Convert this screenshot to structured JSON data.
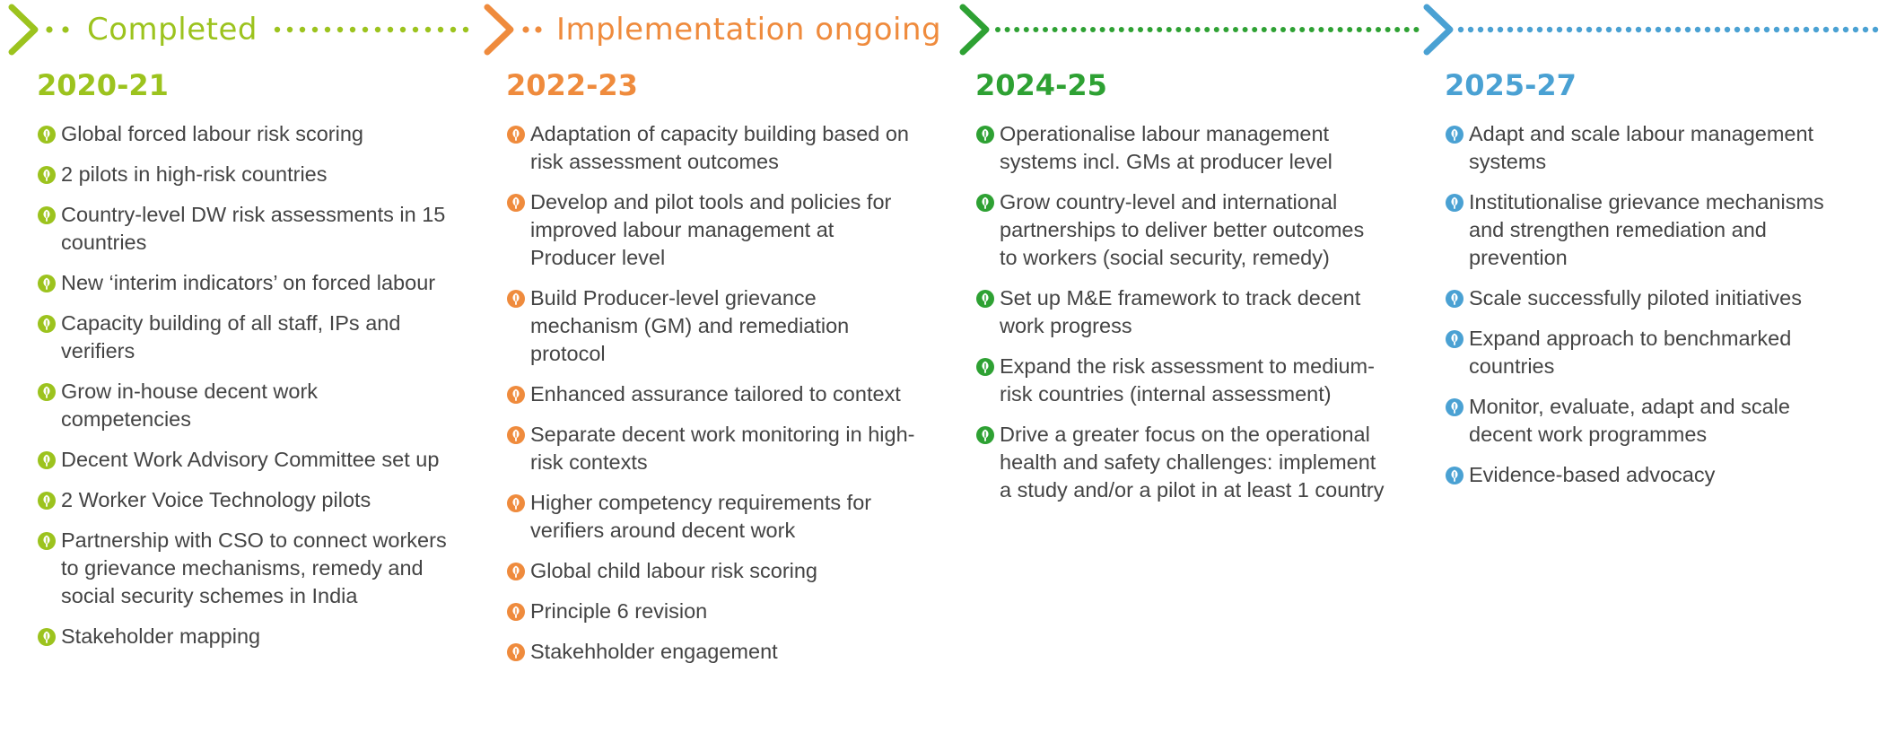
{
  "phases": [
    {
      "label": "Completed",
      "color": "#9cc31e"
    },
    {
      "label": "Implementation ongoing",
      "color": "#ef8b3d"
    },
    {
      "label": "",
      "color": "#2ea133"
    },
    {
      "label": "",
      "color": "#4aa1d3"
    }
  ],
  "columns": [
    {
      "year": "2020-21",
      "color": "#9cc31e",
      "icon": "leaf-bullet-icon",
      "items": [
        "Global forced labour risk scoring",
        "2 pilots in high-risk countries",
        "Country-level DW risk assessments in 15 countries",
        "New ‘interim indicators’ on forced labour",
        "Capacity building of all staff, IPs and verifiers",
        "Grow in-house decent work competencies",
        "Decent Work Advisory Committee set up",
        "2 Worker Voice Technology pilots",
        "Partnership with CSO to connect workers to grievance mechanisms, remedy and social security schemes in India",
        "Stakeholder mapping"
      ]
    },
    {
      "year": "2022-23",
      "color": "#ef8b3d",
      "icon": "leaf-bullet-icon",
      "items": [
        "Adaptation of capacity building based on risk assessment outcomes",
        "Develop and pilot tools and policies for improved labour management at Producer level",
        "Build Producer-level grievance mechanism (GM) and remediation protocol",
        "Enhanced assurance tailored to context",
        "Separate decent work monitoring in high-risk contexts",
        "Higher competency requirements for verifiers around decent work",
        "Global child labour risk scoring",
        "Principle 6 revision",
        "Stakehholder engagement"
      ]
    },
    {
      "year": "2024-25",
      "color": "#2ea133",
      "icon": "leaf-bullet-icon",
      "items": [
        "Operationalise labour management systems incl. GMs at producer level",
        "Grow country-level and international partnerships to deliver better outcomes to workers (social security, remedy)",
        "Set up M&E framework to track decent work progress",
        "Expand the risk assessment to medium-risk countries (internal assessment)",
        "Drive a greater focus on the operational health and safety challenges: implement a study and/or a pilot in at least 1 country"
      ]
    },
    {
      "year": "2025-27",
      "color": "#4aa1d3",
      "icon": "leaf-bullet-icon",
      "items": [
        "Adapt and scale labour management systems",
        "Institutionalise grievance mechanisms and strengthen remediation and prevention",
        "Scale successfully piloted initiatives",
        "Expand approach to benchmarked countries",
        "Monitor, evaluate, adapt and scale decent work programmes",
        "Evidence-based advocacy"
      ]
    }
  ]
}
